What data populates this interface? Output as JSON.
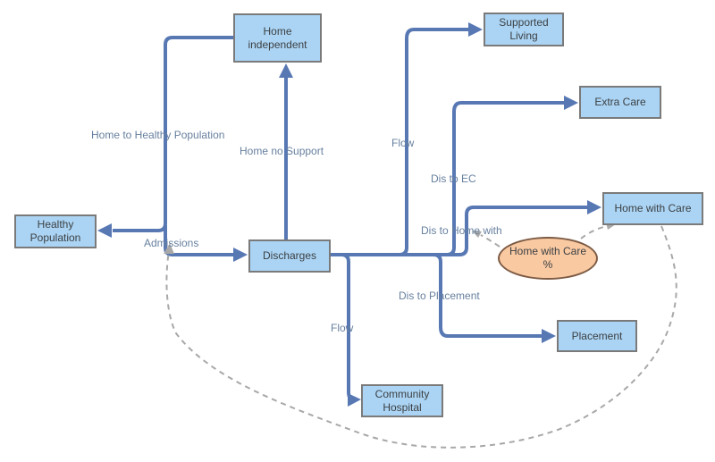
{
  "colors": {
    "background": "#FFFFFF",
    "flow": "#5878B4",
    "dashed": "#A8A8A8",
    "node_fill": "#ABD4F4",
    "node_border": "#7A7A7A",
    "node_text": "#3C4043",
    "label_text": "#67809F",
    "ellipse_fill": "#F9C9A2",
    "ellipse_border": "#7D5B44"
  },
  "nodes": {
    "home_independent": {
      "label": "Home\nindependent"
    },
    "supported_living": {
      "label": "Supported\nLiving"
    },
    "extra_care": {
      "label": "Extra Care"
    },
    "home_with_care": {
      "label": "Home with Care"
    },
    "healthy_population": {
      "label": "Healthy\nPopulation"
    },
    "discharges": {
      "label": "Discharges"
    },
    "home_with_care_pct": {
      "label": "Home with Care\n%"
    },
    "placement": {
      "label": "Placement"
    },
    "community_hospital": {
      "label": "Community\nHospital"
    }
  },
  "flow_labels": {
    "home_to_healthy_population": "Home to Healthy Population",
    "home_no_support": "Home no Support",
    "flow_top": "Flow",
    "dis_to_ec": "Dis to EC",
    "dis_to_home_with": "Dis to Home with",
    "admissions": "Admissions",
    "dis_to_placement": "Dis to Placement",
    "flow_bottom": "Flow"
  }
}
